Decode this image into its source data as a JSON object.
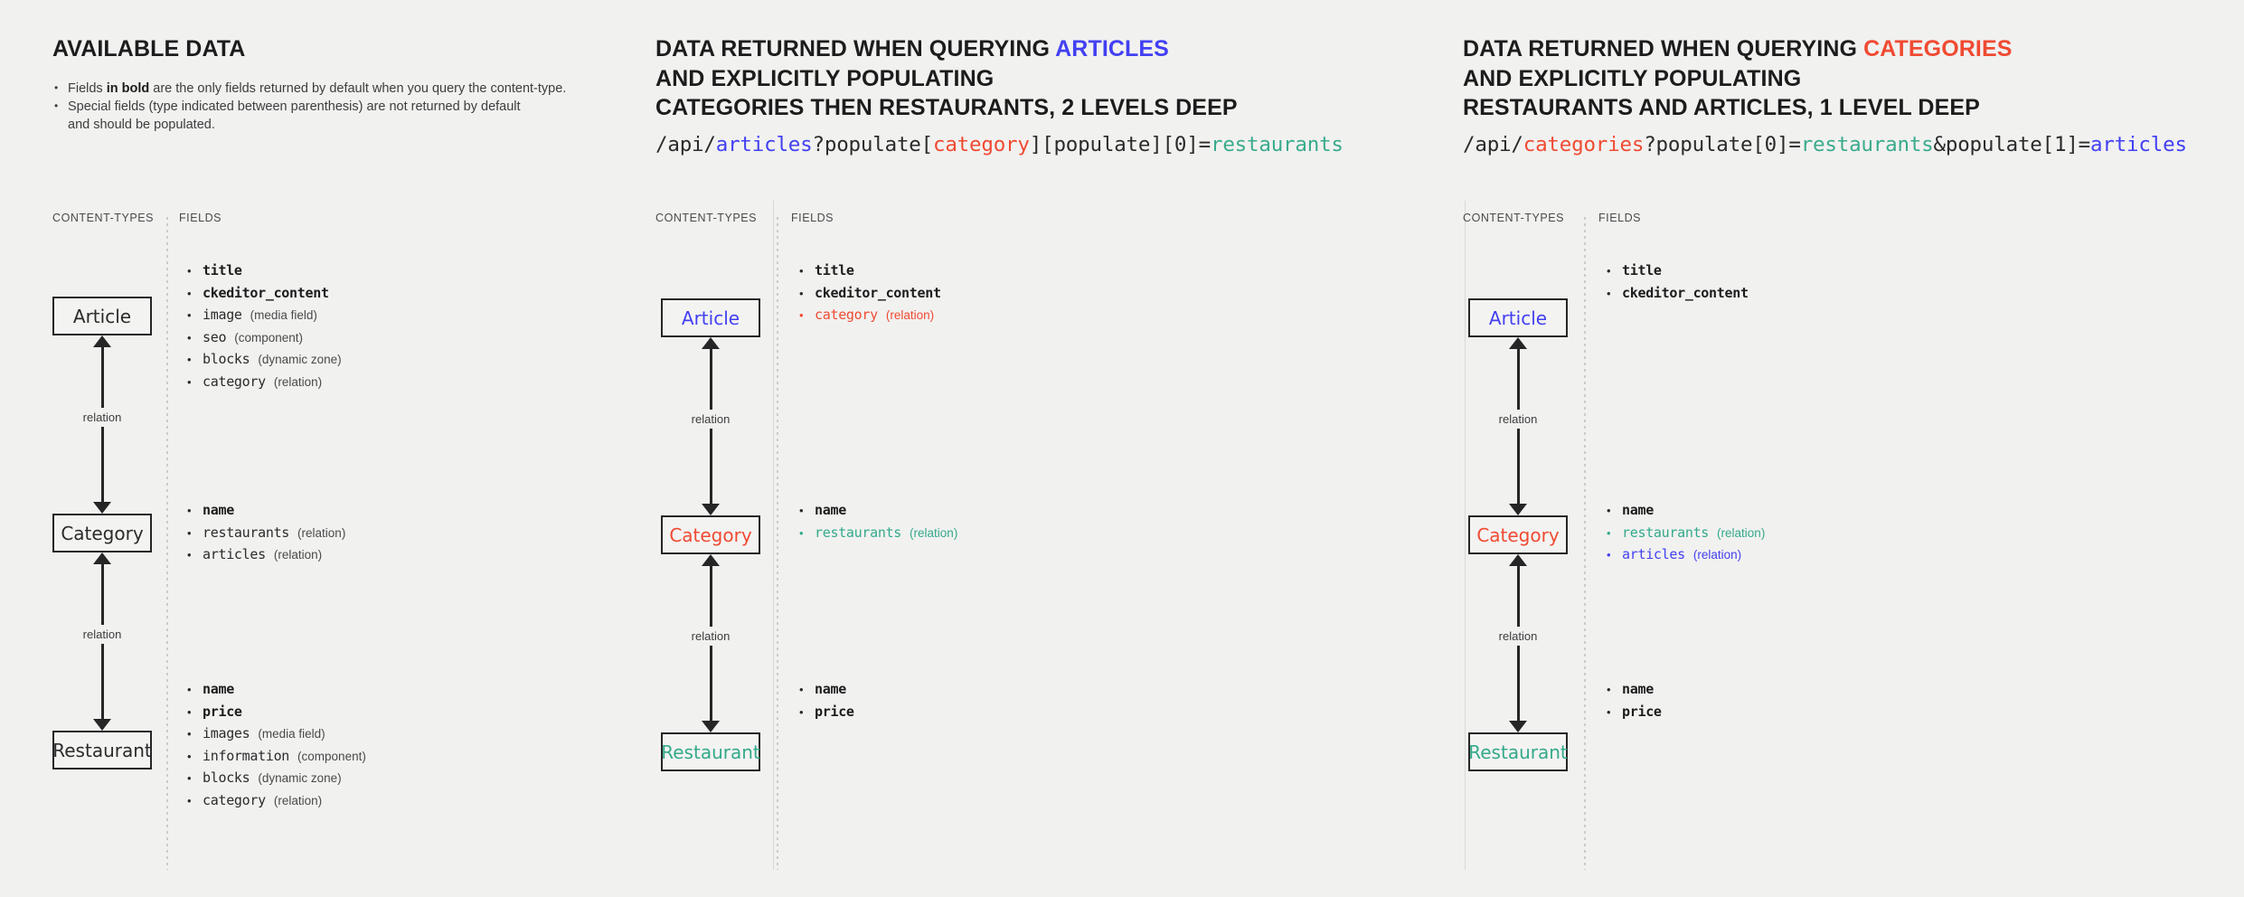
{
  "colors": {
    "background": "#f1f1f0",
    "ink": "#262626",
    "blue": "#4240f2",
    "red": "#f04a32",
    "teal": "#34a98a",
    "divider": "#ccccca"
  },
  "labels": {
    "content_types": "CONTENT-TYPES",
    "fields": "FIELDS",
    "relation": "relation"
  },
  "col1": {
    "heading": "AVAILABLE DATA",
    "notes": [
      {
        "pre": "Fields ",
        "bold": "in bold",
        "post": " are the only fields returned by default when you query the content-type."
      },
      {
        "pre": "Special fields (type indicated between parenthesis) are not returned by default",
        "bold": "",
        "post": ""
      }
    ],
    "note_continuation": "and should be populated.",
    "entities": [
      {
        "name": "Article",
        "color": "default"
      },
      {
        "name": "Category",
        "color": "default"
      },
      {
        "name": "Restaurant",
        "color": "default"
      }
    ],
    "field_groups": [
      [
        {
          "name": "title",
          "type": "",
          "bold": true,
          "color": "default"
        },
        {
          "name": "ckeditor_content",
          "type": "",
          "bold": true,
          "color": "default"
        },
        {
          "name": "image",
          "type": "(media field)",
          "bold": false,
          "color": "default"
        },
        {
          "name": "seo",
          "type": "(component)",
          "bold": false,
          "color": "default"
        },
        {
          "name": "blocks",
          "type": "(dynamic zone)",
          "bold": false,
          "color": "default"
        },
        {
          "name": "category",
          "type": "(relation)",
          "bold": false,
          "color": "default"
        }
      ],
      [
        {
          "name": "name",
          "type": "",
          "bold": true,
          "color": "default"
        },
        {
          "name": "restaurants",
          "type": "(relation)",
          "bold": false,
          "color": "default"
        },
        {
          "name": "articles",
          "type": "(relation)",
          "bold": false,
          "color": "default"
        }
      ],
      [
        {
          "name": "name",
          "type": "",
          "bold": true,
          "color": "default"
        },
        {
          "name": "price",
          "type": "",
          "bold": true,
          "color": "default"
        },
        {
          "name": "images",
          "type": "(media field)",
          "bold": false,
          "color": "default"
        },
        {
          "name": "information",
          "type": "(component)",
          "bold": false,
          "color": "default"
        },
        {
          "name": "blocks",
          "type": "(dynamic zone)",
          "bold": false,
          "color": "default"
        },
        {
          "name": "category",
          "type": "(relation)",
          "bold": false,
          "color": "default"
        }
      ]
    ]
  },
  "col2": {
    "heading_line1_prefix": "DATA RETURNED WHEN QUERYING ",
    "heading_line1_accent": "ARTICLES",
    "heading_line2": "AND EXPLICITLY POPULATING",
    "heading_line3": "CATEGORIES THEN RESTAURANTS, 2 LEVELS DEEP",
    "url_parts": [
      {
        "text": "/api/",
        "color": "default"
      },
      {
        "text": "articles",
        "color": "blue"
      },
      {
        "text": "?populate[",
        "color": "default"
      },
      {
        "text": "category",
        "color": "red"
      },
      {
        "text": "][populate][0]=",
        "color": "default"
      },
      {
        "text": "restaurants",
        "color": "teal"
      }
    ],
    "url_plain": "/api/articles?populate[category][populate][0]=restaurants",
    "entities": [
      {
        "name": "Article",
        "color": "blue"
      },
      {
        "name": "Category",
        "color": "red"
      },
      {
        "name": "Restaurant",
        "color": "teal"
      }
    ],
    "field_groups": [
      [
        {
          "name": "title",
          "type": "",
          "bold": true,
          "color": "default"
        },
        {
          "name": "ckeditor_content",
          "type": "",
          "bold": true,
          "color": "default"
        },
        {
          "name": "category",
          "type": "(relation)",
          "bold": false,
          "color": "red"
        }
      ],
      [
        {
          "name": "name",
          "type": "",
          "bold": true,
          "color": "default"
        },
        {
          "name": "restaurants",
          "type": "(relation)",
          "bold": false,
          "color": "teal"
        }
      ],
      [
        {
          "name": "name",
          "type": "",
          "bold": true,
          "color": "default"
        },
        {
          "name": "price",
          "type": "",
          "bold": true,
          "color": "default"
        }
      ]
    ]
  },
  "col3": {
    "heading_line1_prefix": "DATA RETURNED WHEN QUERYING ",
    "heading_line1_accent": "CATEGORIES",
    "heading_line2": "AND EXPLICITLY POPULATING",
    "heading_line3": "RESTAURANTS AND ARTICLES, 1 LEVEL DEEP",
    "url_parts": [
      {
        "text": "/api/",
        "color": "default"
      },
      {
        "text": "categories",
        "color": "red"
      },
      {
        "text": "?populate[0]=",
        "color": "default"
      },
      {
        "text": "restaurants",
        "color": "teal"
      },
      {
        "text": "&populate[1]=",
        "color": "default"
      },
      {
        "text": "articles",
        "color": "blue"
      }
    ],
    "url_plain": "/api/categories?populate[0]=restaurants&populate[1]=articles",
    "entities": [
      {
        "name": "Article",
        "color": "blue"
      },
      {
        "name": "Category",
        "color": "red"
      },
      {
        "name": "Restaurant",
        "color": "teal"
      }
    ],
    "field_groups": [
      [
        {
          "name": "title",
          "type": "",
          "bold": true,
          "color": "default"
        },
        {
          "name": "ckeditor_content",
          "type": "",
          "bold": true,
          "color": "default"
        }
      ],
      [
        {
          "name": "name",
          "type": "",
          "bold": true,
          "color": "default"
        },
        {
          "name": "restaurants",
          "type": "(relation)",
          "bold": false,
          "color": "teal"
        },
        {
          "name": "articles",
          "type": "(relation)",
          "bold": false,
          "color": "blue"
        }
      ],
      [
        {
          "name": "name",
          "type": "",
          "bold": true,
          "color": "default"
        },
        {
          "name": "price",
          "type": "",
          "bold": true,
          "color": "default"
        }
      ]
    ]
  }
}
